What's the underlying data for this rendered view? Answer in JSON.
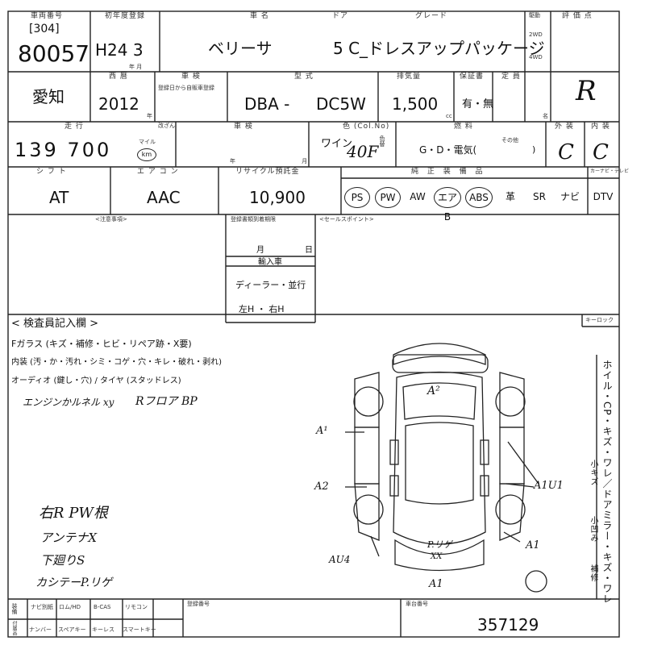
{
  "header": {
    "stock_label": "車両番号",
    "lot_no": "[304]",
    "stock_no": "80057",
    "first_reg_label": "初年度登録",
    "first_reg": "H24 3",
    "first_reg_unit": "年 月",
    "model_name_label": "車 名",
    "door_label": "ドア",
    "grade_label": "グレード",
    "model_name": "ベリーサ",
    "grade": "5 C_ドレスアップパッケージ",
    "drive_label": "駆動",
    "drive_2wd": "2WD",
    "drive_4wd": "4WD",
    "score_label": "評 価 点",
    "score": "R"
  },
  "row2": {
    "prefecture": "愛知",
    "year_label": "西 暦",
    "year": "2012",
    "year_unit": "年",
    "inspection_label": "車 検",
    "inspection_note": "登録日から自販車登録",
    "model_type_label": "型 式",
    "model_type": "DBA -",
    "chassis": "DC5W",
    "displacement_label": "排気量",
    "displacement": "1,500",
    "displacement_unit": "cc",
    "warranty_label": "保証書",
    "warranty": "有・無",
    "capacity_label": "定 員",
    "capacity_unit": "名"
  },
  "row3": {
    "mileage_label": "走 行",
    "mileage_lock": "改ざん",
    "mileage": "139 700",
    "mileage_unit_top": "マイル",
    "mileage_unit": "km",
    "inspection_label": "車 検",
    "inspection_unit": "年 月",
    "color_label": "色 (Col.No)",
    "color": "ワイン",
    "color_code": "40F",
    "color_change_label": "色替",
    "fuel_label": "燃 料",
    "fuel_options": "G・D・電気(",
    "fuel_other": "その他",
    "fuel_close": ")",
    "exterior_label": "外 装",
    "exterior": "C",
    "interior_label": "内 装",
    "interior": "C"
  },
  "row4": {
    "shift_label": "シ フ ト",
    "shift": "AT",
    "ac_label": "エ ア コ ン",
    "ac": "AAC",
    "recycle_label": "リサイクル預託金",
    "recycle": "10,900",
    "equip_label": "純 正 装 備 品",
    "equip_right_label": "カーナビ・テレビ",
    "equipment": [
      {
        "label": "PS",
        "circled": true
      },
      {
        "label": "PW",
        "circled": true
      },
      {
        "label": "AW",
        "circled": false
      },
      {
        "label": "エアB",
        "circled": true
      },
      {
        "label": "ABS",
        "circled": true
      },
      {
        "label": "革",
        "circled": false
      },
      {
        "label": "SR",
        "circled": false
      },
      {
        "label": "ナビ",
        "circled": false
      },
      {
        "label": "DTV",
        "circled": false
      }
    ]
  },
  "mid": {
    "notes_label": "<注意事項>",
    "deadline_label": "登録書類到着期限",
    "deadline_unit_month": "月",
    "deadline_unit_day": "日",
    "import_label": "輸入車",
    "import_value": "ディーラー・並行",
    "handle_value": "左H ・ 右H",
    "sales_label": "<セールスポイント>"
  },
  "inspector": {
    "title": "< 検査員記入欄 >",
    "line1": "Fガラス (キズ・補修・ヒビ・リペア跡・X要)",
    "line2": "内装 (汚・か・汚れ・シミ・コゲ・穴・キレ・破れ・剥れ)",
    "line3": "オーディオ (鍵し・穴) / タイヤ (スタッドレス)",
    "hand1": "エンジンかルネル xy",
    "hand2": "Rフロア BP",
    "hand3": "右R PW根",
    "hand4": "アンテナX",
    "hand5": "下廻りS",
    "hand6": "カシテーP.リゲ",
    "key_lock_label": "キーロック",
    "side_text": "ホイル・CP・キズ・ワレ／ドアミラー・キズ・ワレ",
    "side_small1": "小キズ",
    "side_small2": "小凹み",
    "side_small3": "補修"
  },
  "diagram_marks": [
    {
      "name": "roof-mark",
      "text": "A²"
    },
    {
      "name": "left-fender-mark",
      "text": "A¹"
    },
    {
      "name": "left-door-mark",
      "text": "A2"
    },
    {
      "name": "right-door-mark",
      "text": "A1U1"
    },
    {
      "name": "right-rear-mark",
      "text": "A1"
    },
    {
      "name": "rear-left-mark",
      "text": "AU4"
    },
    {
      "name": "rear-bumper-mark",
      "text": "P.リゲ"
    },
    {
      "name": "rear-bumper-xx",
      "text": "XX"
    },
    {
      "name": "rear-end-mark",
      "text": "A1"
    }
  ],
  "footer": {
    "label1": "装備",
    "label2": "付属品",
    "items_top": [
      "ナビ別紙",
      "ロム/HD",
      "B-CAS",
      "リモコン"
    ],
    "items_bottom": [
      "ナンバー",
      "スペアキー",
      "キーレス",
      "スマートキー"
    ],
    "reg_no_label": "登録番号",
    "chassis_no_label": "車台番号",
    "chassis_no": "357129"
  }
}
